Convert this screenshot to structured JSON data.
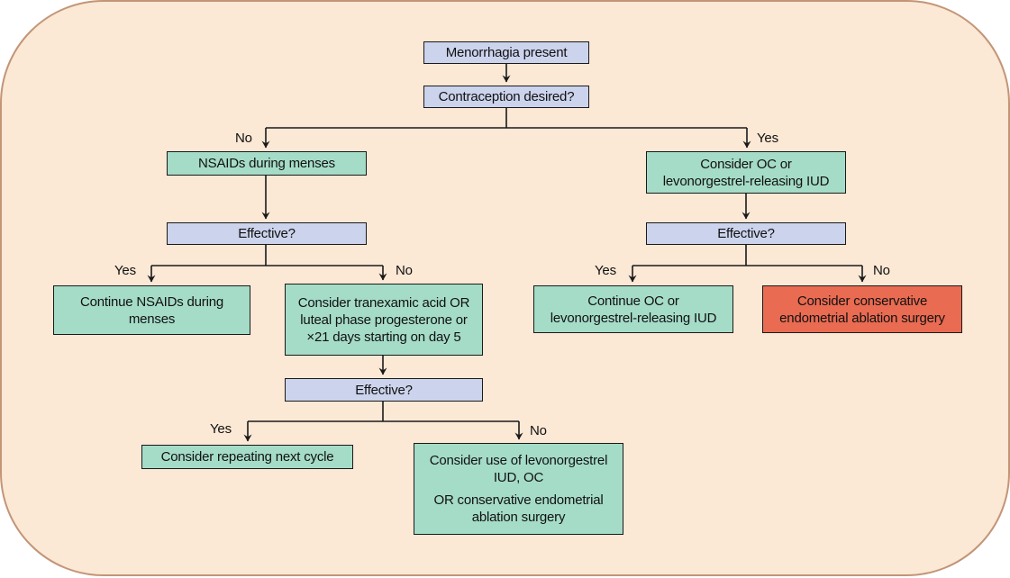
{
  "labels": {
    "yes": "Yes",
    "no": "No"
  },
  "nodes": {
    "menorrhagia": {
      "text": "Menorrhagia present",
      "kind": "question"
    },
    "contraception": {
      "text": "Contraception desired?",
      "kind": "question"
    },
    "nsaids": {
      "text": "NSAIDs during menses",
      "kind": "action"
    },
    "consider_oc": {
      "text": "Consider OC or\nlevonorgestrel-releasing IUD",
      "kind": "action"
    },
    "effective_left": {
      "text": "Effective?",
      "kind": "question"
    },
    "effective_right": {
      "text": "Effective?",
      "kind": "question"
    },
    "continue_nsaids": {
      "text": "Continue NSAIDs during\nmenses",
      "kind": "action"
    },
    "tranexamic": {
      "text": "Consider tranexamic acid OR\nluteal phase progesterone or\n×21 days starting on day 5",
      "kind": "action"
    },
    "continue_oc": {
      "text": "Continue OC or\nlevonorgestrel-releasing IUD",
      "kind": "action"
    },
    "ablation": {
      "text": "Consider conservative\nendometrial ablation surgery",
      "kind": "alert"
    },
    "effective_mid": {
      "text": "Effective?",
      "kind": "question"
    },
    "repeat_cycle": {
      "text": "Consider repeating next cycle",
      "kind": "action"
    },
    "final_options": {
      "text": "Consider use of levonorgestrel\nIUD, OC",
      "text2": "OR conservative endometrial\nablation surgery",
      "kind": "action"
    }
  },
  "colors": {
    "background": "#fbe8d5",
    "canvas_border": "#c29577",
    "question_fill": "#ccd3ec",
    "action_fill": "#a5dcc8",
    "alert_fill": "#e96b52",
    "box_border": "#1a1a1a",
    "line": "#1a1a1a",
    "text": "#111111"
  }
}
